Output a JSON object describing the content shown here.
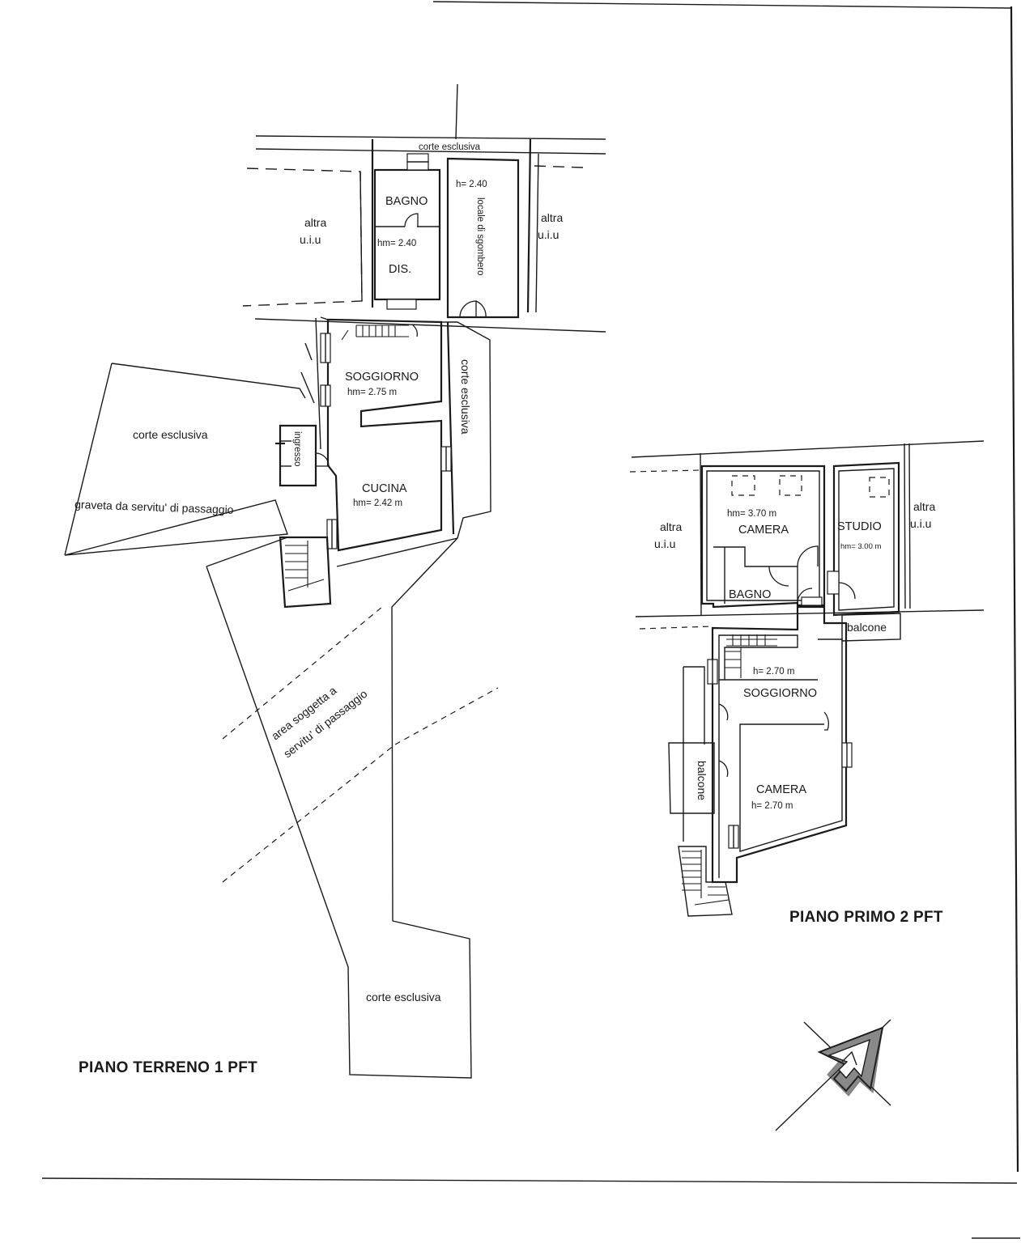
{
  "ground_floor": {
    "title": "PIANO TERRENO 1 PFT",
    "labels": {
      "corte_top": "corte esclusiva",
      "altra_left_1": "altra",
      "altra_left_2": "u.i.u",
      "altra_right_1": "altra",
      "altra_right_2": "u.i.u",
      "bagno": "BAGNO",
      "hm_bagno": "hm= 2.40",
      "dis": "DIS.",
      "h_locale": "h= 2.40",
      "locale": "locale di sgombero",
      "soggiorno": "SOGGIORNO",
      "hm_soggiorno": "hm= 2.75 m",
      "corte_right": "corte esclusiva",
      "corte_left": "corte esclusiva",
      "ingresso": "ingresso",
      "graveta": "graveta da servitu' di passaggio",
      "cucina": "CUCINA",
      "hm_cucina": "hm= 2.42 m",
      "area_1": "area soggetta a",
      "area_2": "servitu' di passaggio",
      "corte_bottom": "corte esclusiva"
    }
  },
  "first_floor": {
    "title": "PIANO PRIMO 2 PFT",
    "labels": {
      "altra_left_1": "altra",
      "altra_left_2": "u.i.u",
      "altra_right_1": "altra",
      "altra_right_2": "u.i.u",
      "hm_camera_top": "hm= 3.70 m",
      "camera_top": "CAMERA",
      "studio": "STUDIO",
      "hm_studio": "hm= 3.00 m",
      "bagno": "BAGNO",
      "balcone_right": "balcone",
      "h_soggiorno": "h= 2.70 m",
      "soggiorno": "SOGGIORNO",
      "balcone_left": "balcone",
      "camera_bottom": "CAMERA",
      "h_camera_bottom": "h= 2.70 m"
    }
  }
}
